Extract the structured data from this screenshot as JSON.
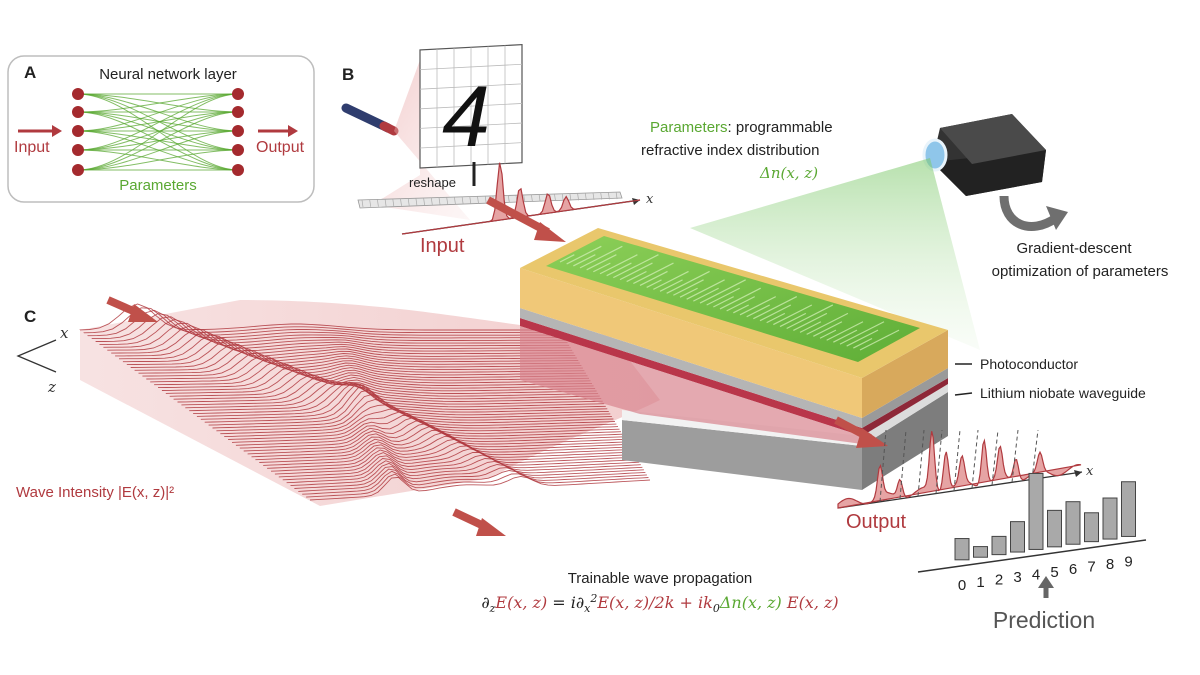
{
  "colors": {
    "red": "#b03a3f",
    "green": "#5aa832",
    "text": "#222222",
    "gray": "#6b6b6b",
    "photoconductor": "#f0c878",
    "waveguide": "#b9364a"
  },
  "panel_a": {
    "letter": "A",
    "title": "Neural network layer",
    "input": "Input",
    "output": "Output",
    "parameters": "Parameters"
  },
  "panel_b": {
    "letter": "B",
    "digit": "4",
    "reshape": "reshape",
    "x_axis": "x",
    "input": "Input",
    "params_word": "Parameters",
    "params_rest": ": programmable",
    "params_line2": "refractive index distribution",
    "params_formula": "Δn(x, z)",
    "gradient_line1": "Gradient-descent",
    "gradient_line2": "optimization of parameters",
    "photoconductor": "Photoconductor",
    "waveguide": "Lithium niobate waveguide",
    "output": "Output",
    "out_x_axis": "x",
    "prediction": "Prediction",
    "bars": [
      {
        "digit": "0",
        "value": 0.28
      },
      {
        "digit": "1",
        "value": 0.14
      },
      {
        "digit": "2",
        "value": 0.24
      },
      {
        "digit": "3",
        "value": 0.4
      },
      {
        "digit": "4",
        "value": 1.0
      },
      {
        "digit": "5",
        "value": 0.48
      },
      {
        "digit": "6",
        "value": 0.56
      },
      {
        "digit": "7",
        "value": 0.38
      },
      {
        "digit": "8",
        "value": 0.54
      },
      {
        "digit": "9",
        "value": 0.72
      }
    ]
  },
  "panel_c": {
    "letter": "C",
    "x_axis": "x",
    "z_axis": "z",
    "wave_intensity": "Wave Intensity |E(x, z)|²",
    "trainable": "Trainable wave propagation",
    "eq_part1": "∂",
    "eq_part1_sub": "z",
    "eq_part2": "E(x, z)",
    "eq_part3": " = i∂",
    "eq_part3_sub": "x",
    "eq_part3_sup": "2",
    "eq_part4": "E(x, z)/2k + ik",
    "eq_part4_sub": "0",
    "eq_part5": "Δn(x, z)",
    "eq_part6": " E(x, z)"
  }
}
